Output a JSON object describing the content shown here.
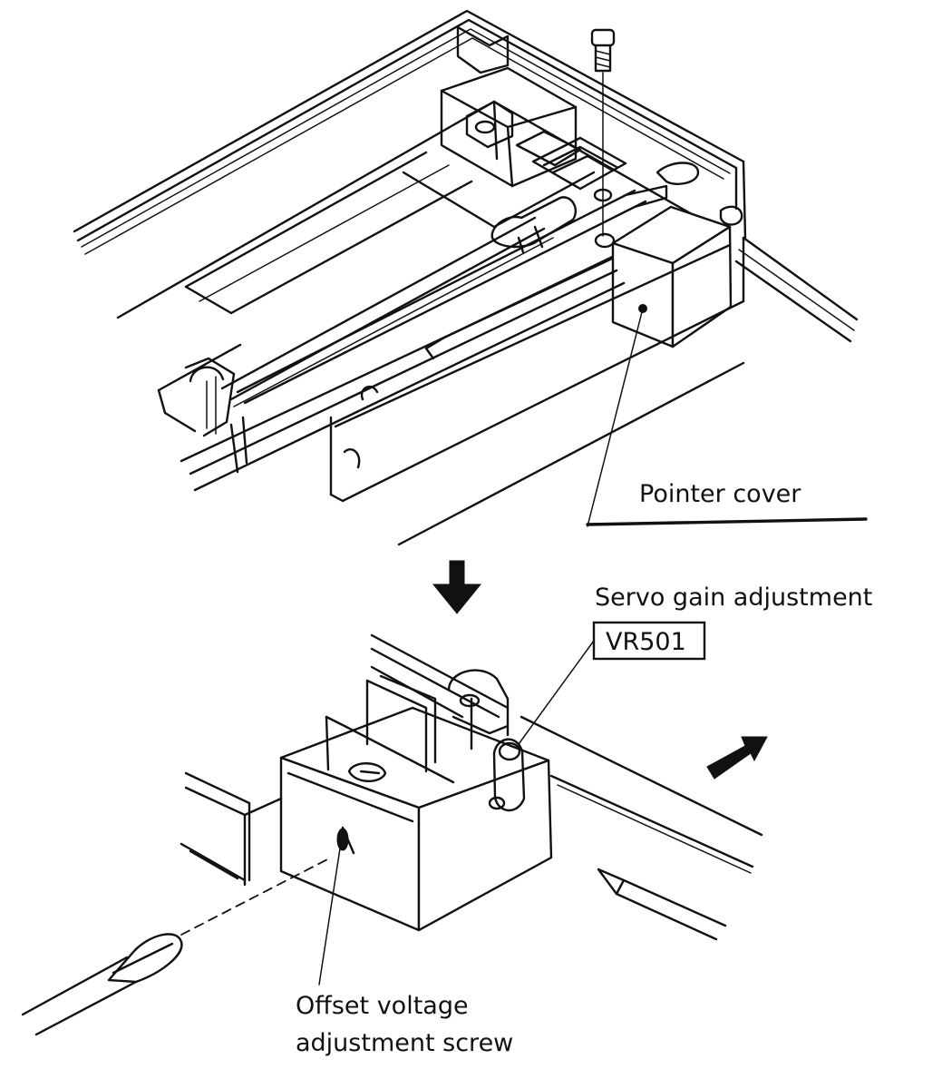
{
  "labels": {
    "pointer_cover": "Pointer cover",
    "servo_gain": "Servo gain adjustment",
    "vr501": "VR501",
    "offset_line1": "Offset voltage",
    "offset_line2": "adjustment screw"
  },
  "colors": {
    "ink": "#111111",
    "paper": "#ffffff"
  }
}
